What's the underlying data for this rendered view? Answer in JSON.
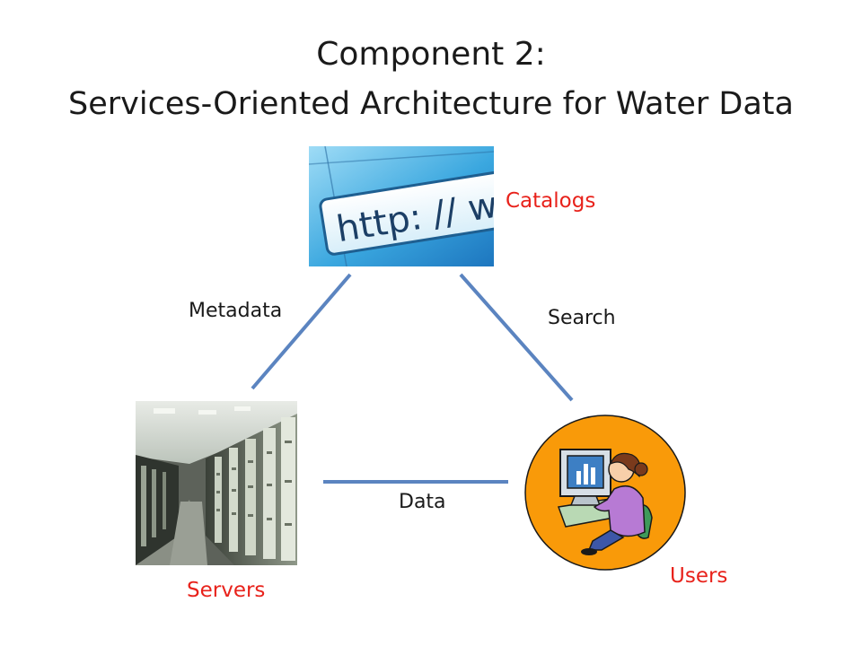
{
  "title": {
    "line1": "Component 2:",
    "line2": "Services-Oriented Architecture for Water Data"
  },
  "nodes": {
    "catalogs": {
      "label": "Catalogs",
      "image_text": "http: // www"
    },
    "servers": {
      "label": "Servers"
    },
    "users": {
      "label": "Users"
    }
  },
  "edges": {
    "metadata": "Metadata",
    "search": "Search",
    "data": "Data"
  },
  "colors": {
    "node_label": "#e8221b",
    "connector": "#5b84c0",
    "users_circle": "#f99a09"
  }
}
